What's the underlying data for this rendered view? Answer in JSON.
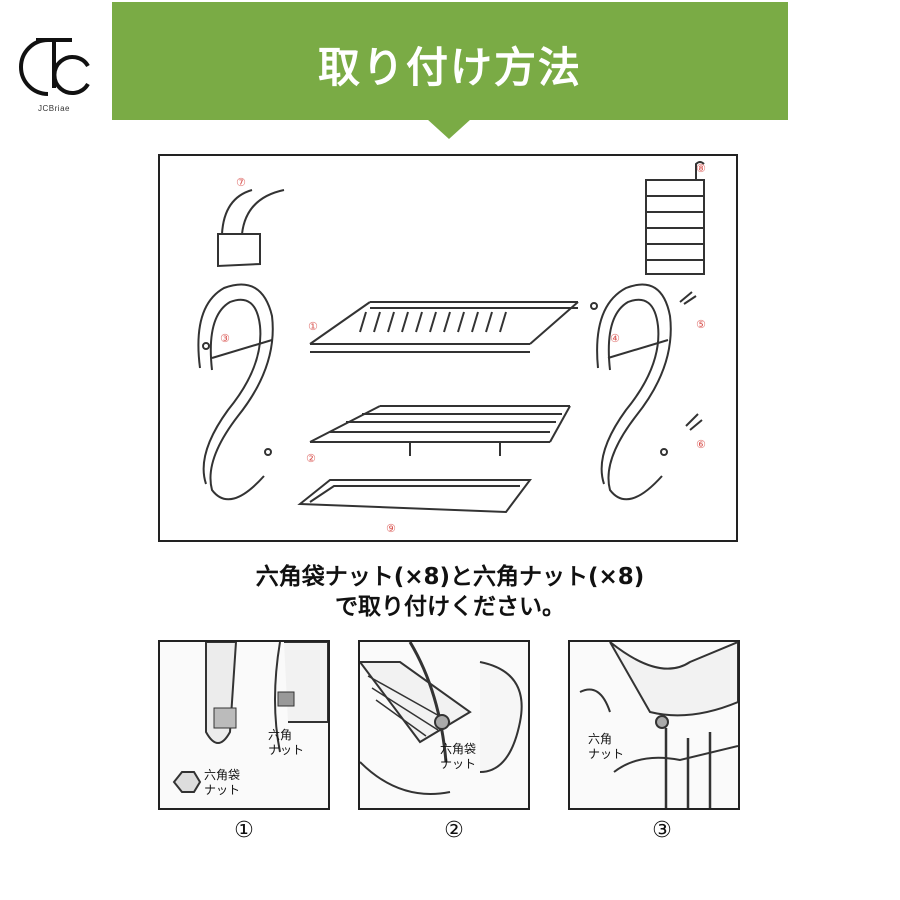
{
  "brand": {
    "logo_text": "JCBriae"
  },
  "header": {
    "title": "取り付け方法"
  },
  "diagram": {
    "part_numbers": [
      "①",
      "②",
      "③",
      "④",
      "⑤",
      "⑥",
      "⑦",
      "⑧",
      "⑨"
    ]
  },
  "instruction": {
    "line1": "六角袋ナット(×8)と六角ナット(×8)",
    "line2": "で取り付けください。"
  },
  "steps": [
    {
      "number": "①",
      "callouts": [
        "六角\nナット",
        "六角袋\nナット"
      ]
    },
    {
      "number": "②",
      "callouts": [
        "六角袋\nナット"
      ]
    },
    {
      "number": "③",
      "callouts": [
        "六角\nナット"
      ]
    }
  ],
  "colors": {
    "banner": "#7aab45",
    "part_label": "#d9534f",
    "line": "#333333"
  }
}
